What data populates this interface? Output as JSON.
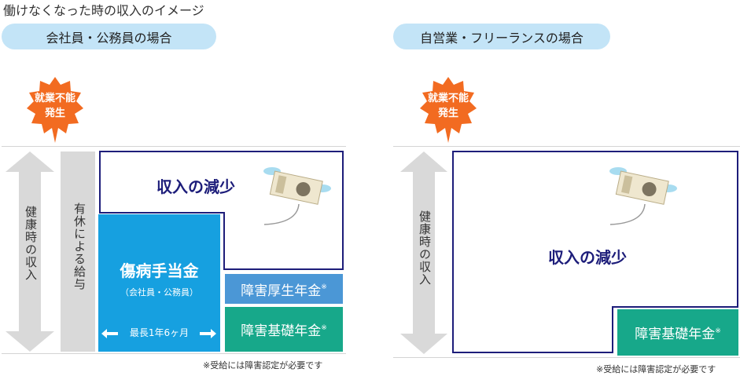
{
  "title": "働けなくなった時の収入のイメージ",
  "left": {
    "heading": "会社員・公務員の場合",
    "burst": [
      "就業不能",
      "発生"
    ],
    "healthy_income": "健康時の収入",
    "paid_leave": "有休による給与",
    "income_loss": "収入の減少",
    "sickness_benefit": "傷病手当金",
    "sickness_benefit_sub": "（会社員・公務員）",
    "duration": "最長1年6ヶ月",
    "employee_pension": "障害厚生年金",
    "basic_pension": "障害基礎年金",
    "asterisk": "※",
    "note": "※受給には障害認定が必要です"
  },
  "right": {
    "heading": "自営業・フリーランスの場合",
    "burst": [
      "就業不能",
      "発生"
    ],
    "healthy_income": "健康時の収入",
    "income_loss": "収入の減少",
    "basic_pension": "障害基礎年金",
    "asterisk": "※",
    "note": "※受給には障害認定が必要です"
  },
  "colors": {
    "pill": "#c3e4f7",
    "burst": "#f26b21",
    "navy": "#1d1d7a",
    "sickness_blue": "#16a0e0",
    "employee_pension_blue": "#4b97d6",
    "basic_pension_teal": "#17a88a",
    "gray": "#d9d9d9"
  },
  "icons": [
    "flying-banknote-icon",
    "starburst-icon",
    "double-arrow-icon"
  ]
}
